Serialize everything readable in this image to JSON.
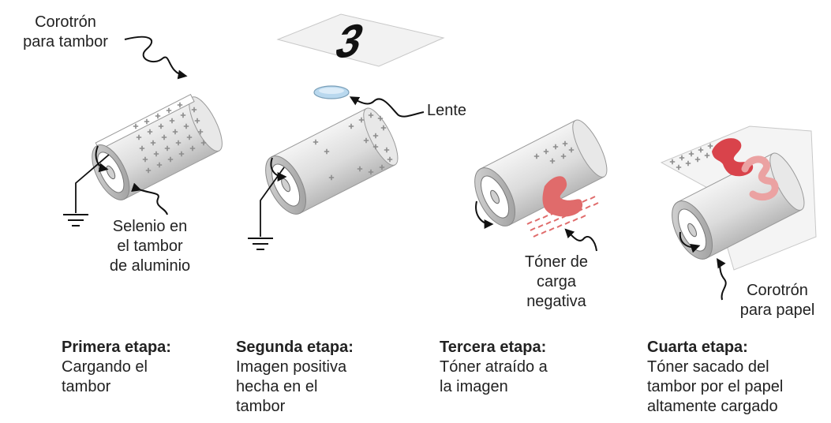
{
  "labels": {
    "drum_corotron": "Corotrón\npara tambor",
    "selenium": "Selenio en\nel tambor\nde aluminio",
    "lens": "Lente",
    "toner": "Tóner de\ncarga\nnegativa",
    "paper_corotron": "Corotrón\npara papel",
    "paper_digit": "3"
  },
  "stages": [
    {
      "title": "Primera etapa:",
      "desc": "Cargando el\ntambor"
    },
    {
      "title": "Segunda etapa:",
      "desc": "Imagen positiva\nhecha en el\ntambor"
    },
    {
      "title": "Tercera etapa:",
      "desc": "Tóner atraído a\nla imagen"
    },
    {
      "title": "Cuarta etapa:",
      "desc": "Tóner sacado del\ntambor por el papel\naltamente cargado"
    }
  ],
  "colors": {
    "drum_body": "#e2e2e2",
    "drum_end": "#bdbdbd",
    "plus_marks": "#8c8c8c",
    "toner": "#e06b6b",
    "lens": "#b9d8ee",
    "paper": "#f1f1f1",
    "line": "#111111"
  }
}
